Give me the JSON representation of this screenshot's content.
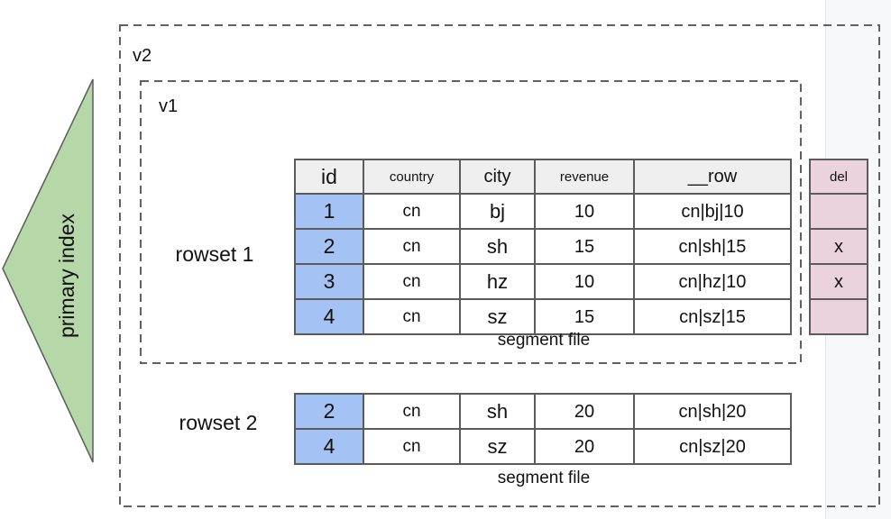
{
  "diagram": {
    "versions": {
      "outer_label": "v2",
      "inner_label": "v1"
    },
    "primary_index_label": "primary index",
    "rowset1": {
      "label": "rowset 1",
      "caption": "segment file",
      "columns": [
        "id",
        "country",
        "city",
        "revenue",
        "__row"
      ],
      "rows": [
        [
          "1",
          "cn",
          "bj",
          "10",
          "cn|bj|10"
        ],
        [
          "2",
          "cn",
          "sh",
          "15",
          "cn|sh|15"
        ],
        [
          "3",
          "cn",
          "hz",
          "10",
          "cn|hz|10"
        ],
        [
          "4",
          "cn",
          "sz",
          "15",
          "cn|sz|15"
        ]
      ]
    },
    "rowset2": {
      "label": "rowset 2",
      "caption": "segment file",
      "rows": [
        [
          "2",
          "cn",
          "sh",
          "20",
          "cn|sh|20"
        ],
        [
          "4",
          "cn",
          "sz",
          "20",
          "cn|sz|20"
        ]
      ]
    },
    "del_column": {
      "header": "del",
      "cells": [
        "",
        "x",
        "x",
        ""
      ]
    },
    "colors": {
      "id_column_blue": "#a4c2f4",
      "header_gray": "#efefef",
      "del_pink": "#ebd3dd",
      "triangle_green": "#b6d7a8",
      "table_border": "#5b5b5b",
      "dashed_box": "#616161",
      "right_gutter": "#f7f8fa"
    }
  }
}
